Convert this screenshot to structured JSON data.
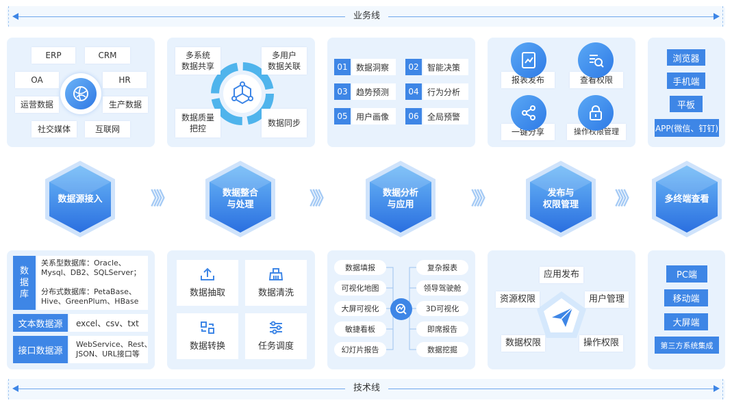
{
  "top_band": {
    "label": "业务线"
  },
  "bottom_band": {
    "label": "技术线"
  },
  "panel1": {
    "items": [
      "ERP",
      "CRM",
      "OA",
      "HR",
      "运营数据",
      "生产数据",
      "社交媒体",
      "互联网"
    ]
  },
  "panel2": {
    "items": [
      "多系统\n数据共享",
      "多用户\n数据关联",
      "数据质量\n把控",
      "数据同步"
    ]
  },
  "panel3": {
    "items": [
      {
        "num": "01",
        "label": "数据洞察"
      },
      {
        "num": "02",
        "label": "智能决策"
      },
      {
        "num": "03",
        "label": "趋势预测"
      },
      {
        "num": "04",
        "label": "行为分析"
      },
      {
        "num": "05",
        "label": "用户画像"
      },
      {
        "num": "06",
        "label": "全局预警"
      }
    ]
  },
  "panel4": {
    "items": [
      "报表发布",
      "查看权限",
      "一键分享",
      "操作权限管理"
    ]
  },
  "panel5": {
    "items": [
      "浏览器",
      "手机端",
      "平板",
      "APP(微信、钉钉)"
    ]
  },
  "stages": [
    "数据源接入",
    "数据整合\n与处理",
    "数据分析\n与应用",
    "发布与\n权限管理",
    "多终端查看"
  ],
  "chevrons": "》》》",
  "tech1": {
    "db_label": "数\n据\n库",
    "db_lines": [
      "关系型数据库：Oracle、",
      "Mysql、DB2、SQLServer；",
      "分布式数据库：PetaBase、",
      "Hive、GreenPlum、HBase"
    ],
    "file_label": "文本数据源",
    "file_value": "excel、csv、txt",
    "api_label": "接口数据源",
    "api_value": "WebService、Rest、\nJSON、URL接口等"
  },
  "tech2": {
    "items": [
      "数据抽取",
      "数据清洗",
      "数据转换",
      "任务调度"
    ]
  },
  "tech3": {
    "left": [
      "数据填报",
      "可视化地图",
      "大屏可视化",
      "敏捷看板",
      "幻灯片报告"
    ],
    "right": [
      "复杂报表",
      "领导驾驶舱",
      "3D可视化",
      "即席报告",
      "数据挖掘"
    ]
  },
  "tech4": {
    "items": [
      "应用发布",
      "资源权限",
      "用户管理",
      "数据权限",
      "操作权限"
    ]
  },
  "tech5": {
    "items": [
      "PC端",
      "移动端",
      "大屏端",
      "第三方系统集成"
    ]
  },
  "colors": {
    "primary": "#3e86e6",
    "panel_bg": "#e8f2fd",
    "band_bg": "#f2f8fe"
  }
}
